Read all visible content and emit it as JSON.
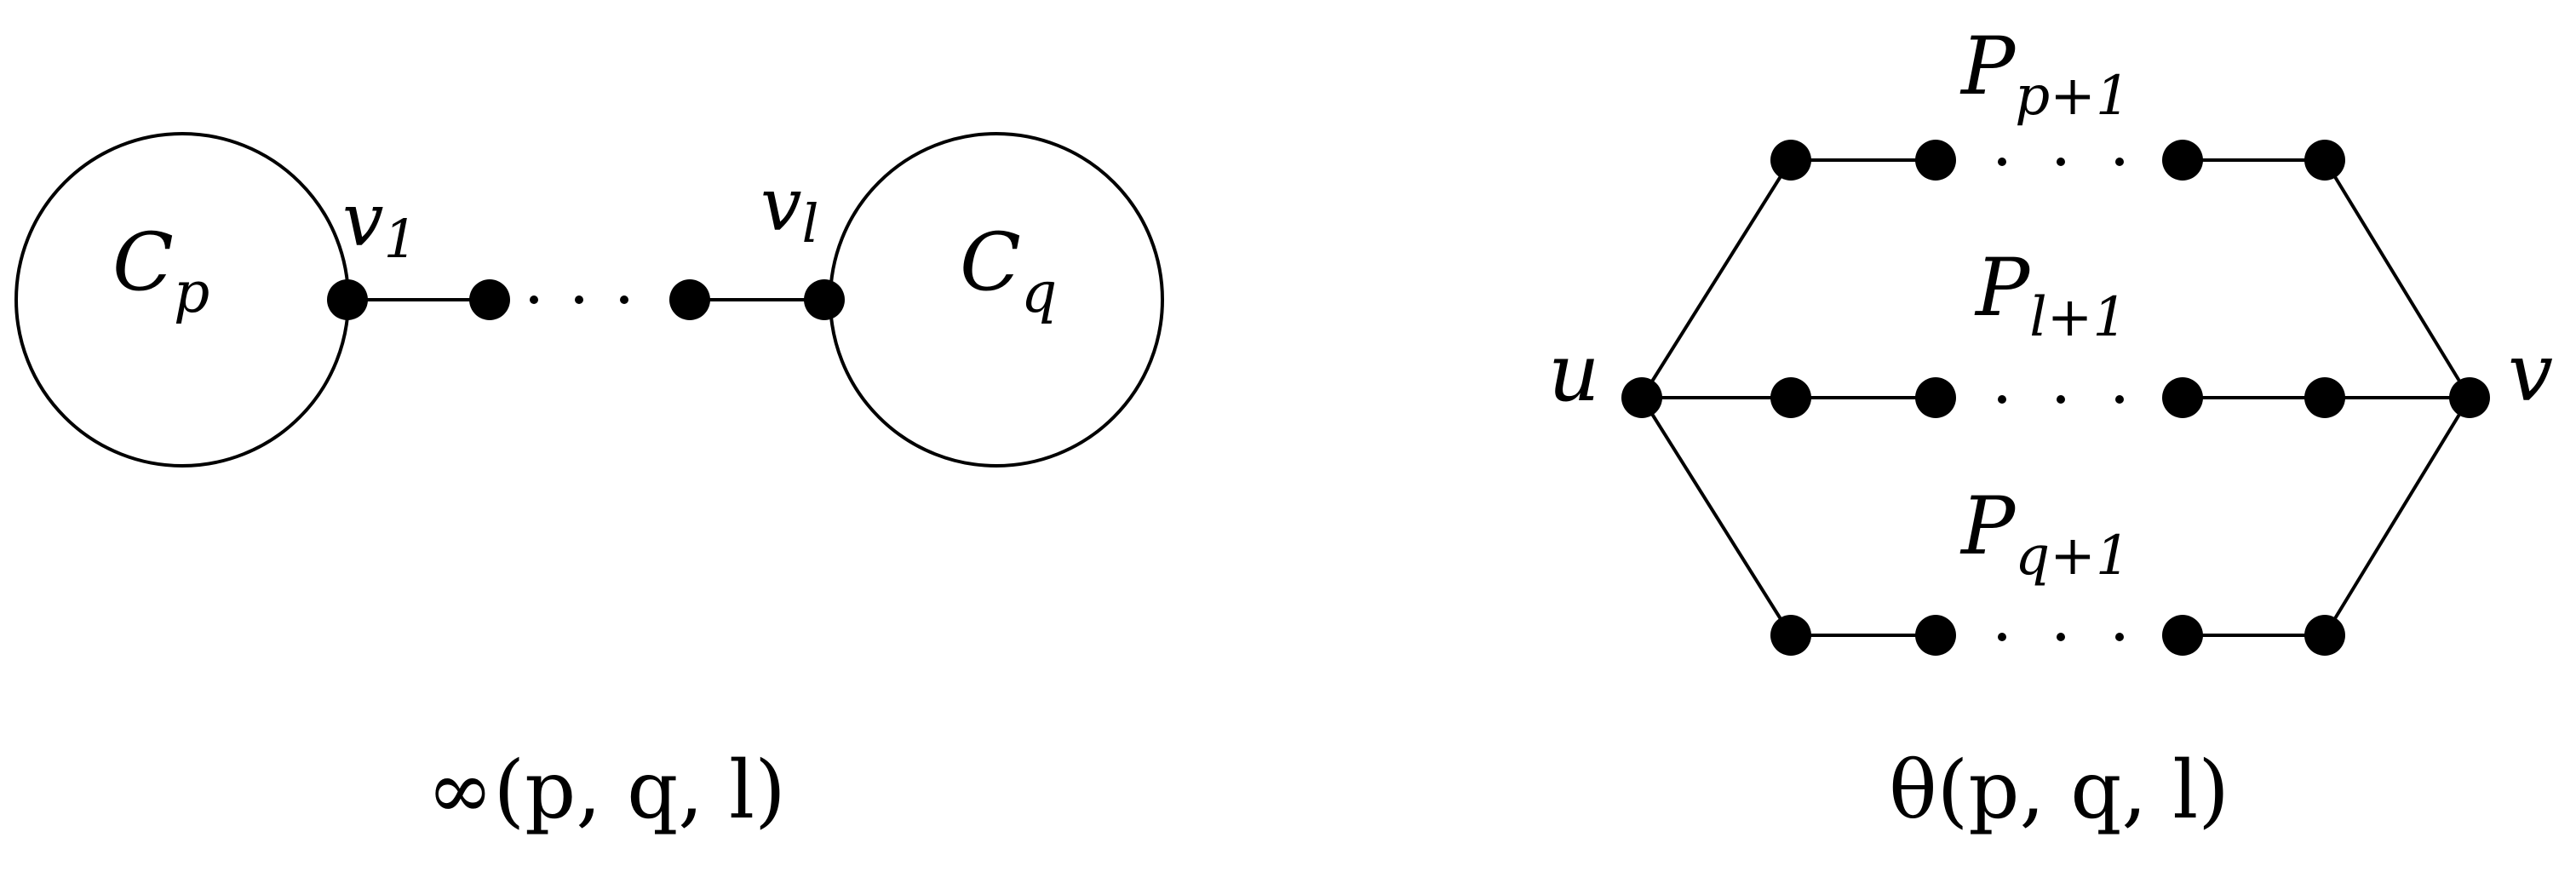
{
  "infinity_graph": {
    "cycle_p": {
      "base": "C",
      "sub": "p"
    },
    "cycle_q": {
      "base": "C",
      "sub": "q"
    },
    "vertex_first": {
      "base": "v",
      "sub": "1"
    },
    "vertex_last": {
      "base": "v",
      "sub": "l"
    },
    "caption": "∞(p, q, l)"
  },
  "theta_graph": {
    "vertex_u": "u",
    "vertex_v": "v",
    "path_top": {
      "base": "P",
      "sub": "p+1"
    },
    "path_middle": {
      "base": "P",
      "sub": "l+1"
    },
    "path_bottom": {
      "base": "P",
      "sub": "q+1"
    },
    "caption": "θ(p, q, l)"
  }
}
